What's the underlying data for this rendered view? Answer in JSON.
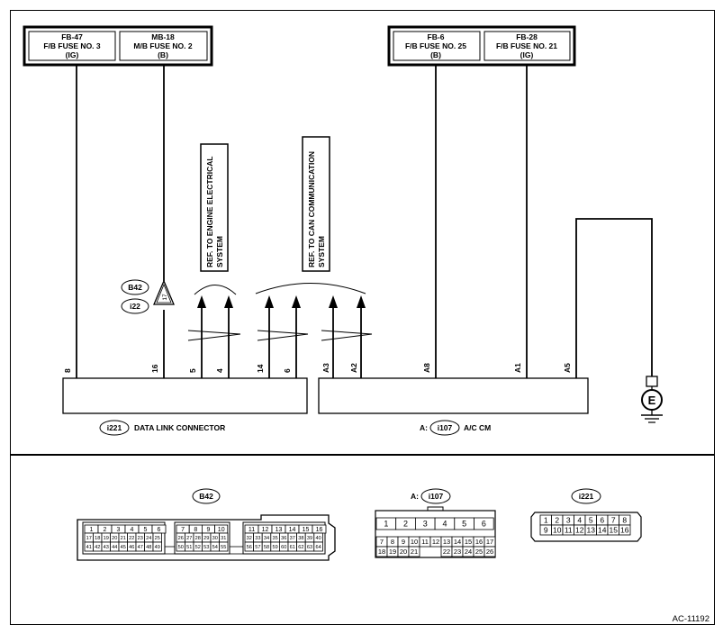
{
  "fuses": [
    {
      "id": "fb47",
      "l1": "FB-47",
      "l2": "F/B FUSE NO. 3",
      "l3": "(IG)"
    },
    {
      "id": "mb18",
      "l1": "MB-18",
      "l2": "M/B FUSE NO. 2",
      "l3": "(B)"
    },
    {
      "id": "fb6",
      "l1": "FB-6",
      "l2": "F/B FUSE NO. 25",
      "l3": "(B)"
    },
    {
      "id": "fb28",
      "l1": "FB-28",
      "l2": "F/B FUSE NO. 21",
      "l3": "(IG)"
    }
  ],
  "refs": {
    "engine": {
      "l1": "REF. TO ENGINE ELECTRICAL",
      "l2": "SYSTEM"
    },
    "can": {
      "l1": "REF. TO CAN COMMUNICATION",
      "l2": "SYSTEM"
    }
  },
  "badges": {
    "b42": "B42",
    "i22": "i22",
    "i221": "i221",
    "i107": "i107"
  },
  "joint_label": "17",
  "connectors": {
    "dlc_name": "DATA LINK CONNECTOR",
    "accm_prefix": "A:",
    "accm_name": "A/C CM"
  },
  "pins": {
    "dlc": [
      "8",
      "16",
      "5",
      "4",
      "14",
      "6"
    ],
    "accm": [
      "A3",
      "A2",
      "A8",
      "A1",
      "A5"
    ]
  },
  "ground": "E",
  "views": {
    "b42_badge": "B42",
    "i107_prefix": "A:",
    "i107_badge": "i107",
    "i221_badge": "i221"
  },
  "b42_pins": {
    "g1_top": [
      "1",
      "2",
      "3",
      "4",
      "5",
      "6"
    ],
    "g1_mid": [
      "17",
      "18",
      "19",
      "20",
      "21",
      "22",
      "23",
      "24",
      "25"
    ],
    "g1_bot": [
      "41",
      "42",
      "43",
      "44",
      "45",
      "46",
      "47",
      "48",
      "49"
    ],
    "g2_top": [
      "7",
      "8",
      "9",
      "10"
    ],
    "g2_mid": [
      "26",
      "27",
      "28",
      "29",
      "30",
      "31"
    ],
    "g2_bot": [
      "50",
      "51",
      "52",
      "53",
      "54",
      "55"
    ],
    "g3_top": [
      "11",
      "12",
      "13",
      "14",
      "15",
      "16"
    ],
    "g3_mid": [
      "32",
      "33",
      "34",
      "35",
      "36",
      "37",
      "38",
      "39",
      "40"
    ],
    "g3_bot": [
      "56",
      "57",
      "58",
      "59",
      "60",
      "61",
      "62",
      "63",
      "64"
    ]
  },
  "i107_pins": {
    "top": [
      "1",
      "2",
      "3",
      "4",
      "5",
      "6"
    ],
    "mid": [
      "7",
      "8",
      "9",
      "10",
      "11",
      "12",
      "13",
      "14",
      "15",
      "16",
      "17"
    ],
    "bot_left": [
      "18",
      "19",
      "20",
      "21"
    ],
    "bot_right": [
      "22",
      "23",
      "24",
      "25",
      "26"
    ]
  },
  "i221_pins": {
    "top": [
      "1",
      "2",
      "3",
      "4",
      "5",
      "6",
      "7",
      "8"
    ],
    "bot": [
      "9",
      "10",
      "11",
      "12",
      "13",
      "14",
      "15",
      "16"
    ]
  },
  "figure_id": "AC-11192"
}
